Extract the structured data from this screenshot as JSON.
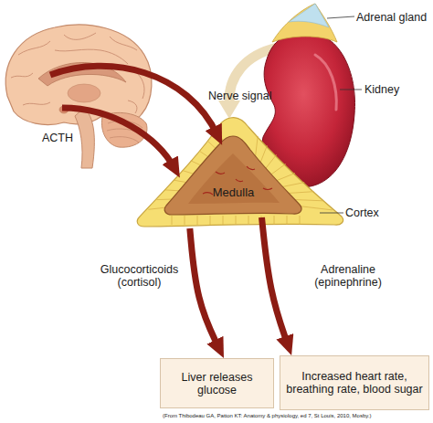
{
  "diagram": {
    "nodes": [
      {
        "text": [
          "Cortex"
        ]
      },
      {
        "text": [
          "Medulla"
        ],
        "in": 0
      },
      {
        "text": [
          "Liver releases glucose"
        ]
      },
      {
        "text": [
          "Increased heart rate, breathing rate, blood sugar"
        ]
      }
    ],
    "edges": [
      {
        "from": 0,
        "to": 2,
        "label": "Glucocorticoids (cortisol)",
        "arrow": "to"
      },
      {
        "from": 1,
        "to": 3,
        "label": "Adrenaline (epinephrine)",
        "arrow": "to"
      }
    ],
    "labels": [
      "Adrenal gland",
      "Kidney",
      "Nerve signal",
      "ACTH",
      "(From Thibodeau GA, Patton KT: Anatomy & physiology, ed 7, St Louis, 2010, Mosby.)"
    ]
  }
}
